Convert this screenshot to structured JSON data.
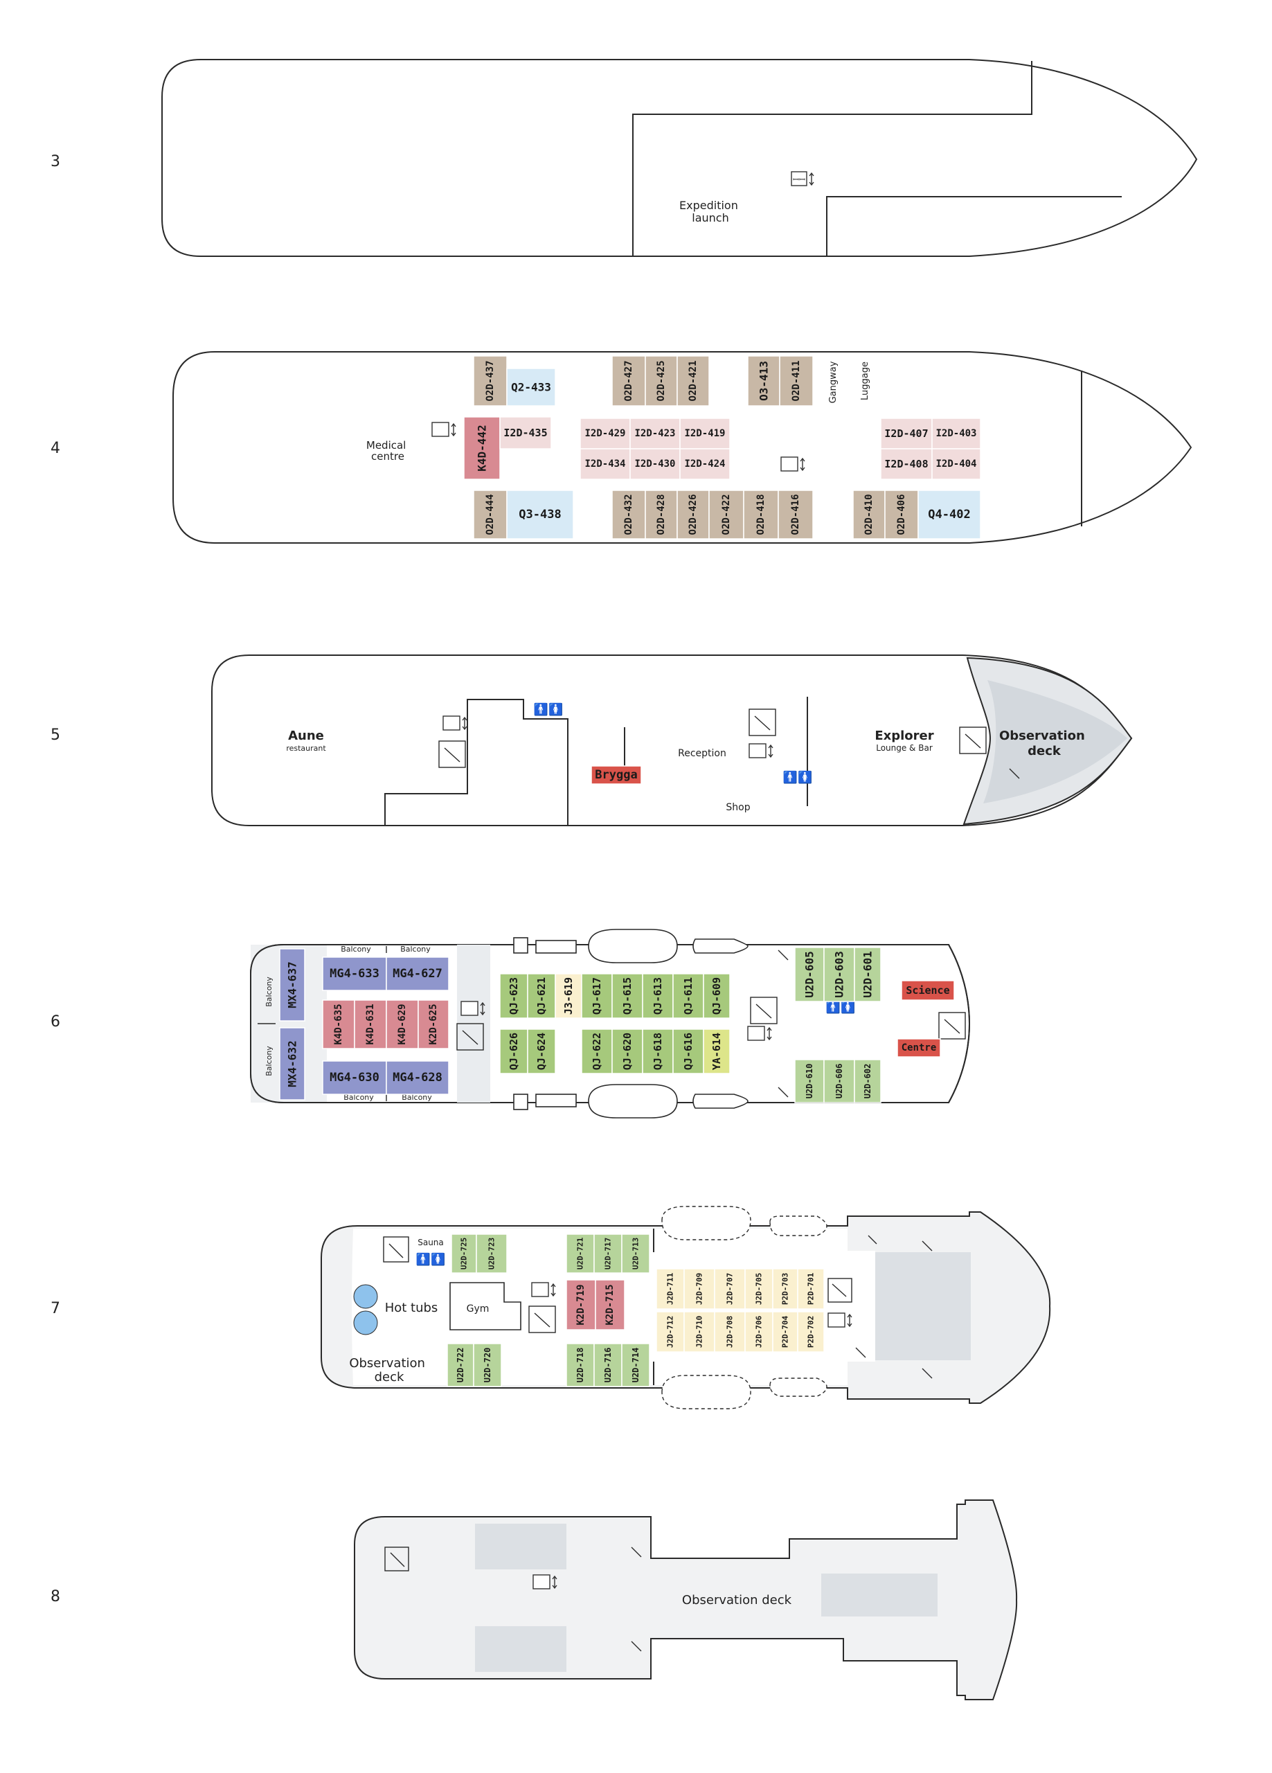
{
  "colors": {
    "taupe": "#c8b8a6",
    "lightblue": "#d7eaf6",
    "pink": "#f1dcdc",
    "rose": "#d88a92",
    "purple": "#8f96cc",
    "green": "#a6c97c",
    "lightgreen": "#b6d49b",
    "yellow": "#dde58a",
    "cream": "#faf0cf",
    "red": "#d9534a",
    "grey": "#dce0e4",
    "blue": "#8ec2ec"
  },
  "decks": [
    {
      "number": "3",
      "labels": [
        {
          "id": "expedition-launch",
          "lines": [
            "Expedition",
            "launch"
          ]
        }
      ],
      "cabins": []
    },
    {
      "number": "4",
      "labels": [
        {
          "id": "gangway",
          "lines": [
            "Gangway"
          ]
        },
        {
          "id": "luggage",
          "lines": [
            "Luggage"
          ]
        },
        {
          "id": "medical-centre",
          "lines": [
            "Medical",
            "centre"
          ]
        }
      ],
      "cabins": [
        {
          "code": "O2D-437",
          "color": "taupe",
          "vertical": true
        },
        {
          "code": "Q2-433",
          "color": "lightblue",
          "vertical": false
        },
        {
          "code": "O2D-427",
          "color": "taupe",
          "vertical": true
        },
        {
          "code": "O2D-425",
          "color": "taupe",
          "vertical": true
        },
        {
          "code": "O2D-421",
          "color": "taupe",
          "vertical": true
        },
        {
          "code": "O3-413",
          "color": "taupe",
          "vertical": true
        },
        {
          "code": "O2D-411",
          "color": "taupe",
          "vertical": true
        },
        {
          "code": "K4D-442",
          "color": "rose",
          "vertical": true
        },
        {
          "code": "I2D-435",
          "color": "pink",
          "vertical": false
        },
        {
          "code": "I2D-429",
          "color": "pink",
          "vertical": false
        },
        {
          "code": "I2D-423",
          "color": "pink",
          "vertical": false
        },
        {
          "code": "I2D-419",
          "color": "pink",
          "vertical": false
        },
        {
          "code": "I2D-434",
          "color": "pink",
          "vertical": false
        },
        {
          "code": "I2D-430",
          "color": "pink",
          "vertical": false
        },
        {
          "code": "I2D-424",
          "color": "pink",
          "vertical": false
        },
        {
          "code": "I2D-407",
          "color": "pink",
          "vertical": false
        },
        {
          "code": "I2D-403",
          "color": "pink",
          "vertical": false
        },
        {
          "code": "I2D-408",
          "color": "pink",
          "vertical": false
        },
        {
          "code": "I2D-404",
          "color": "pink",
          "vertical": false
        },
        {
          "code": "O2D-444",
          "color": "taupe",
          "vertical": true
        },
        {
          "code": "Q3-438",
          "color": "lightblue",
          "vertical": false
        },
        {
          "code": "O2D-432",
          "color": "taupe",
          "vertical": true
        },
        {
          "code": "O2D-428",
          "color": "taupe",
          "vertical": true
        },
        {
          "code": "O2D-426",
          "color": "taupe",
          "vertical": true
        },
        {
          "code": "O2D-422",
          "color": "taupe",
          "vertical": true
        },
        {
          "code": "O2D-418",
          "color": "taupe",
          "vertical": true
        },
        {
          "code": "O2D-416",
          "color": "taupe",
          "vertical": true
        },
        {
          "code": "O2D-410",
          "color": "taupe",
          "vertical": true
        },
        {
          "code": "O2D-406",
          "color": "taupe",
          "vertical": true
        },
        {
          "code": "Q4-402",
          "color": "lightblue",
          "vertical": false
        }
      ]
    },
    {
      "number": "5",
      "labels": [
        {
          "id": "aune",
          "lines": [
            "Aune",
            "restaurant"
          ]
        },
        {
          "id": "reception",
          "lines": [
            "Reception"
          ]
        },
        {
          "id": "shop",
          "lines": [
            "Shop"
          ]
        },
        {
          "id": "explorer",
          "lines": [
            "Explorer",
            "Lounge & Bar"
          ]
        },
        {
          "id": "observation-deck-5",
          "lines": [
            "Observation",
            "deck"
          ]
        }
      ],
      "cabins": [
        {
          "code": "Brygga",
          "color": "red",
          "vertical": false
        }
      ]
    },
    {
      "number": "6",
      "labels": [
        {
          "id": "balcony-1",
          "lines": [
            "Balcony"
          ]
        },
        {
          "id": "balcony-2",
          "lines": [
            "Balcony"
          ]
        },
        {
          "id": "balcony-3",
          "lines": [
            "Balcony"
          ]
        },
        {
          "id": "balcony-4",
          "lines": [
            "Balcony"
          ]
        },
        {
          "id": "balcony-5",
          "lines": [
            "Balcony"
          ]
        },
        {
          "id": "balcony-6",
          "lines": [
            "Balcony"
          ]
        }
      ],
      "cabins": [
        {
          "code": "MX4-637",
          "color": "purple",
          "vertical": true
        },
        {
          "code": "MX4-632",
          "color": "purple",
          "vertical": true
        },
        {
          "code": "MG4-633",
          "color": "purple",
          "vertical": false
        },
        {
          "code": "MG4-627",
          "color": "purple",
          "vertical": false
        },
        {
          "code": "MG4-630",
          "color": "purple",
          "vertical": false
        },
        {
          "code": "MG4-628",
          "color": "purple",
          "vertical": false
        },
        {
          "code": "K4D-635",
          "color": "rose",
          "vertical": true
        },
        {
          "code": "K4D-631",
          "color": "rose",
          "vertical": true
        },
        {
          "code": "K4D-629",
          "color": "rose",
          "vertical": true
        },
        {
          "code": "K2D-625",
          "color": "rose",
          "vertical": true
        },
        {
          "code": "QJ-623",
          "color": "green",
          "vertical": true
        },
        {
          "code": "QJ-621",
          "color": "green",
          "vertical": true
        },
        {
          "code": "J3-619",
          "color": "cream",
          "vertical": true
        },
        {
          "code": "QJ-617",
          "color": "green",
          "vertical": true
        },
        {
          "code": "QJ-615",
          "color": "green",
          "vertical": true
        },
        {
          "code": "QJ-613",
          "color": "green",
          "vertical": true
        },
        {
          "code": "QJ-611",
          "color": "green",
          "vertical": true
        },
        {
          "code": "QJ-609",
          "color": "green",
          "vertical": true
        },
        {
          "code": "QJ-626",
          "color": "green",
          "vertical": true
        },
        {
          "code": "QJ-624",
          "color": "green",
          "vertical": true
        },
        {
          "code": "QJ-622",
          "color": "green",
          "vertical": true
        },
        {
          "code": "QJ-620",
          "color": "green",
          "vertical": true
        },
        {
          "code": "QJ-618",
          "color": "green",
          "vertical": true
        },
        {
          "code": "QJ-616",
          "color": "green",
          "vertical": true
        },
        {
          "code": "YA-614",
          "color": "yellow",
          "vertical": true
        },
        {
          "code": "U2D-605",
          "color": "lightgreen",
          "vertical": true
        },
        {
          "code": "U2D-603",
          "color": "lightgreen",
          "vertical": true
        },
        {
          "code": "U2D-601",
          "color": "lightgreen",
          "vertical": true
        },
        {
          "code": "U2D-610",
          "color": "lightgreen",
          "vertical": true
        },
        {
          "code": "U2D-606",
          "color": "lightgreen",
          "vertical": true
        },
        {
          "code": "U2D-602",
          "color": "lightgreen",
          "vertical": true
        },
        {
          "code": "Science",
          "color": "red",
          "vertical": false
        },
        {
          "code": "Centre",
          "color": "red",
          "vertical": false
        }
      ]
    },
    {
      "number": "7",
      "labels": [
        {
          "id": "sauna",
          "lines": [
            "Sauna"
          ]
        },
        {
          "id": "hot-tubs",
          "lines": [
            "Hot tubs"
          ]
        },
        {
          "id": "gym",
          "lines": [
            "Gym"
          ]
        },
        {
          "id": "observation-deck-7",
          "lines": [
            "Observation",
            "deck"
          ]
        }
      ],
      "cabins": [
        {
          "code": "U2D-725",
          "color": "lightgreen",
          "vertical": true
        },
        {
          "code": "U2D-723",
          "color": "lightgreen",
          "vertical": true
        },
        {
          "code": "U2D-721",
          "color": "lightgreen",
          "vertical": true
        },
        {
          "code": "U2D-717",
          "color": "lightgreen",
          "vertical": true
        },
        {
          "code": "U2D-713",
          "color": "lightgreen",
          "vertical": true
        },
        {
          "code": "K2D-719",
          "color": "rose",
          "vertical": true
        },
        {
          "code": "K2D-715",
          "color": "rose",
          "vertical": true
        },
        {
          "code": "J2D-711",
          "color": "cream",
          "vertical": true
        },
        {
          "code": "J2D-709",
          "color": "cream",
          "vertical": true
        },
        {
          "code": "J2D-707",
          "color": "cream",
          "vertical": true
        },
        {
          "code": "J2D-705",
          "color": "cream",
          "vertical": true
        },
        {
          "code": "P2D-703",
          "color": "cream",
          "vertical": true
        },
        {
          "code": "P2D-701",
          "color": "cream",
          "vertical": true
        },
        {
          "code": "J2D-712",
          "color": "cream",
          "vertical": true
        },
        {
          "code": "J2D-710",
          "color": "cream",
          "vertical": true
        },
        {
          "code": "J2D-708",
          "color": "cream",
          "vertical": true
        },
        {
          "code": "J2D-706",
          "color": "cream",
          "vertical": true
        },
        {
          "code": "P2D-704",
          "color": "cream",
          "vertical": true
        },
        {
          "code": "P2D-702",
          "color": "cream",
          "vertical": true
        },
        {
          "code": "U2D-722",
          "color": "lightgreen",
          "vertical": true
        },
        {
          "code": "U2D-720",
          "color": "lightgreen",
          "vertical": true
        },
        {
          "code": "U2D-718",
          "color": "lightgreen",
          "vertical": true
        },
        {
          "code": "U2D-716",
          "color": "lightgreen",
          "vertical": true
        },
        {
          "code": "U2D-714",
          "color": "lightgreen",
          "vertical": true
        }
      ]
    },
    {
      "number": "8",
      "labels": [
        {
          "id": "observation-deck-8",
          "lines": [
            "Observation deck"
          ]
        }
      ],
      "cabins": []
    }
  ]
}
